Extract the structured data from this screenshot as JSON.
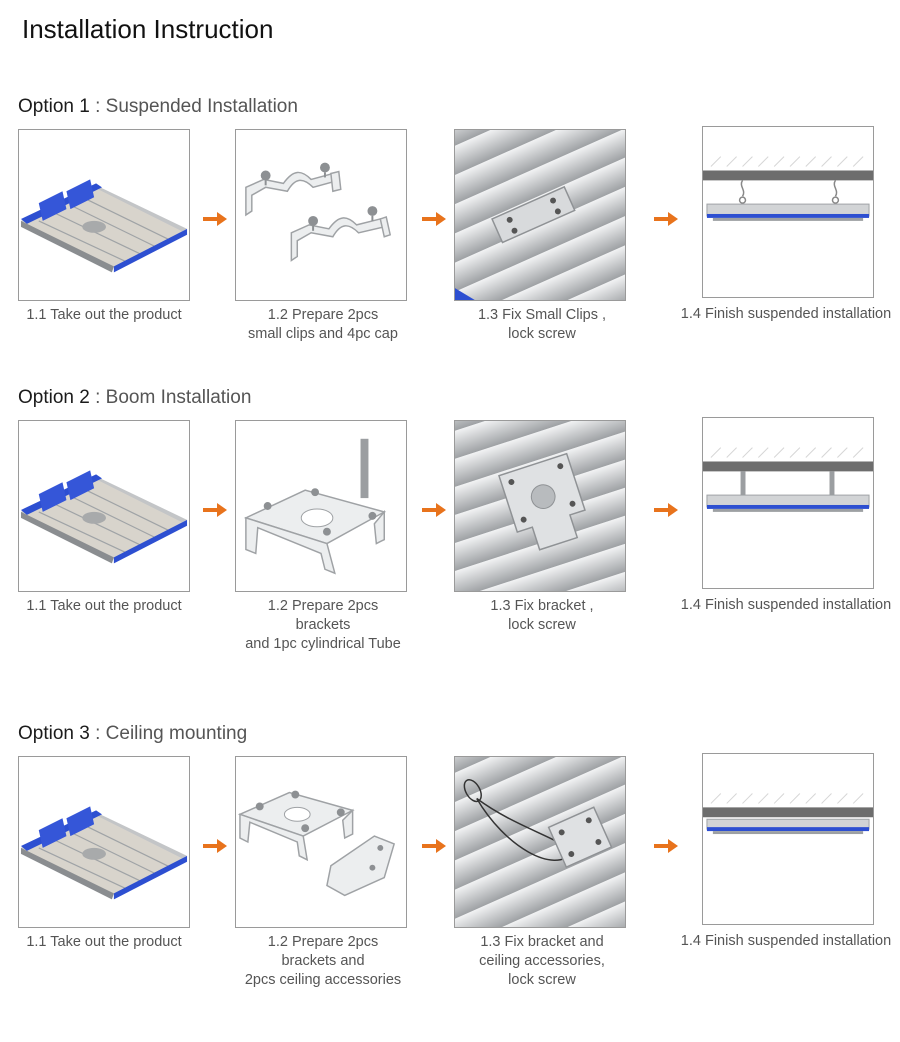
{
  "page": {
    "title": "Installation Instruction"
  },
  "accent": {
    "arrow": "#e8731c",
    "fixture_blue": "#2d4fd1"
  },
  "options": [
    {
      "label": "Option 1",
      "name": ": Suspended Installation",
      "steps": [
        {
          "caption": "1.1 Take out the product"
        },
        {
          "caption": "1.2 Prepare 2pcs\nsmall clips and    4pc cap"
        },
        {
          "caption": "1.3 Fix Small Clips ,\nlock screw"
        },
        {
          "caption": "1.4 Finish suspended installation"
        }
      ]
    },
    {
      "label": "Option 2",
      "name": ": Boom Installation",
      "steps": [
        {
          "caption": "1.1 Take out the product"
        },
        {
          "caption": "1.2 Prepare 2pcs\nbrackets\nand 1pc cylindrical Tube"
        },
        {
          "caption": "1.3 Fix bracket ,\nlock screw"
        },
        {
          "caption": "1.4 Finish suspended installation"
        }
      ]
    },
    {
      "label": "Option 3",
      "name": ": Ceiling mounting",
      "steps": [
        {
          "caption": "1.1 Take out the product"
        },
        {
          "caption": "1.2 Prepare 2pcs\nbrackets and\n2pcs ceiling accessories"
        },
        {
          "caption": "1.3 Fix bracket and\nceiling accessories,\nlock screw"
        },
        {
          "caption": "1.4 Finish suspended installation"
        }
      ]
    }
  ]
}
